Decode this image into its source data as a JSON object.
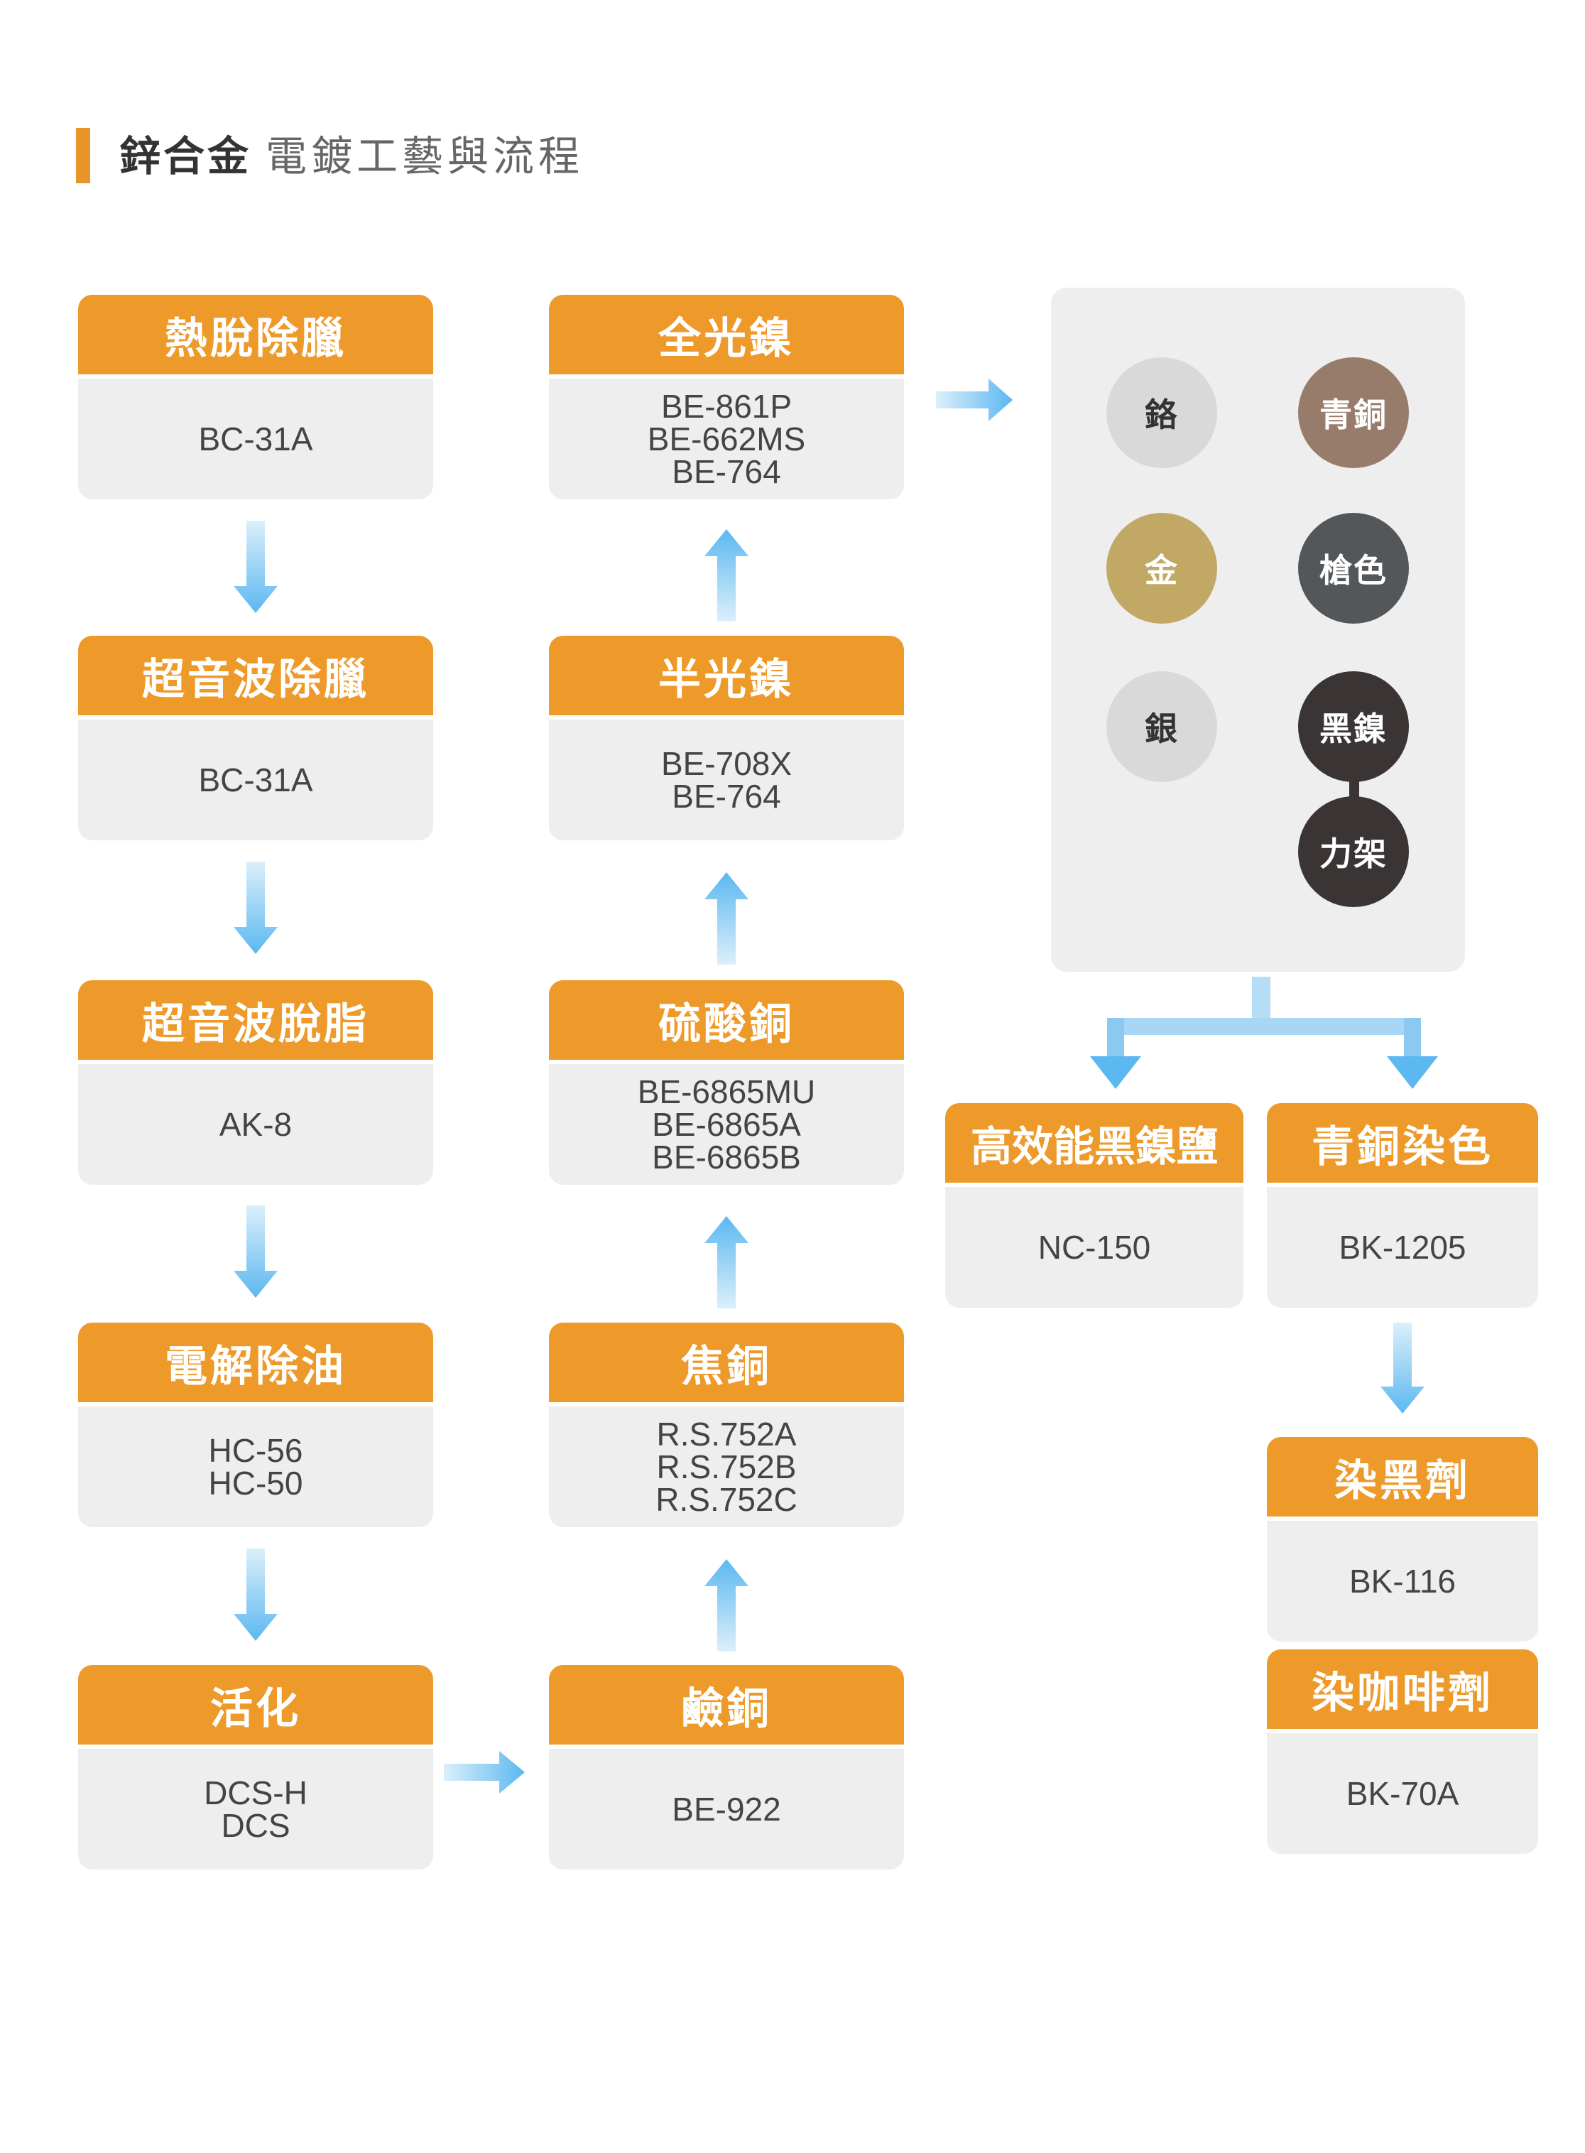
{
  "title": {
    "bold": "鋅合金",
    "light": "電鍍工藝與流程"
  },
  "column_left": [
    {
      "title": "熱脫除臘",
      "codes": [
        "BC-31A"
      ]
    },
    {
      "title": "超音波除臘",
      "codes": [
        "BC-31A"
      ]
    },
    {
      "title": "超音波脫脂",
      "codes": [
        "AK-8"
      ]
    },
    {
      "title": "電解除油",
      "codes": [
        "HC-56",
        "HC-50"
      ]
    },
    {
      "title": "活化",
      "codes": [
        "DCS-H",
        "DCS"
      ]
    }
  ],
  "column_middle": [
    {
      "title": "全光鎳",
      "codes": [
        "BE-861P",
        "BE-662MS",
        "BE-764"
      ]
    },
    {
      "title": "半光鎳",
      "codes": [
        "BE-708X",
        "BE-764"
      ]
    },
    {
      "title": "硫酸銅",
      "codes": [
        "BE-6865MU",
        "BE-6865A",
        "BE-6865B"
      ]
    },
    {
      "title": "焦銅",
      "codes": [
        "R.S.752A",
        "R.S.752B",
        "R.S.752C"
      ]
    },
    {
      "title": "鹼銅",
      "codes": [
        "BE-922"
      ]
    }
  ],
  "finishes": [
    {
      "label": "鉻",
      "color": "#D9D9D9",
      "text_color": "#333333"
    },
    {
      "label": "青銅",
      "color": "#977C6C",
      "text_color": "#FFFFFF"
    },
    {
      "label": "金",
      "color": "#C2A865",
      "text_color": "#FFFFFF"
    },
    {
      "label": "槍色",
      "color": "#53575A",
      "text_color": "#FFFFFF"
    },
    {
      "label": "銀",
      "color": "#D9D9D9",
      "text_color": "#333333"
    },
    {
      "label": "黑鎳",
      "color": "#3A3434",
      "text_color": "#FFFFFF"
    },
    {
      "label": "力架",
      "color": "#3A3434",
      "text_color": "#FFFFFF"
    }
  ],
  "post_process": [
    {
      "title": "高效能黑鎳鹽",
      "codes": [
        "NC-150"
      ]
    },
    {
      "title": "青銅染色",
      "codes": [
        "BK-1205"
      ]
    },
    {
      "title": "染黑劑",
      "codes": [
        "BK-116"
      ]
    },
    {
      "title": "染咖啡劑",
      "codes": [
        "BK-70A"
      ]
    }
  ],
  "colors": {
    "accent": "#EE9A2A",
    "card_bg": "#EEEEEE",
    "arrow": "#6FC0F0"
  }
}
